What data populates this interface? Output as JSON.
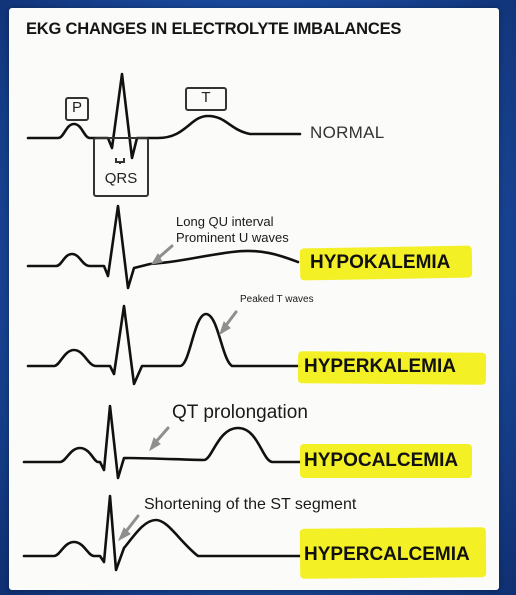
{
  "title": "EKG CHANGES IN ELECTROLYTE IMBALANCES",
  "normal": {
    "label": "NORMAL",
    "p_label": "P",
    "t_label": "T",
    "qrs_label": "QRS"
  },
  "hypokalemia": {
    "label": "HYPOKALEMIA",
    "annotation_1": "Long QU interval",
    "annotation_2": "Prominent U waves"
  },
  "hyperkalemia": {
    "label": "HYPERKALEMIA",
    "annotation": "Peaked T waves"
  },
  "hypocalcemia": {
    "label": "HYPOCALCEMIA",
    "annotation": "QT prolongation"
  },
  "hypercalcemia": {
    "label": "HYPERCALCEMIA",
    "annotation": "Shortening of the ST segment"
  },
  "colors": {
    "highlight": "#f2ef1a",
    "background": "#1a4fa8",
    "trace": "#111111",
    "arrow": "#9a9a9a"
  }
}
